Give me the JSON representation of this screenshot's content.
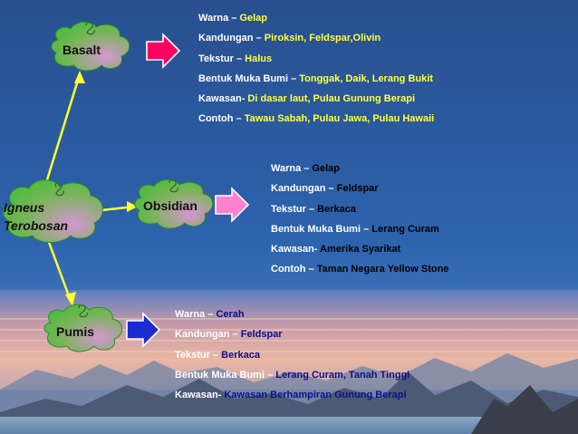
{
  "colors": {
    "background_top": "#2a5a9a",
    "background_bottom": "#2c64b0",
    "cloud_fill": "#4ebc3c",
    "cloud_tint": "#c894c8",
    "connector": "#ffff30",
    "arrow_red": "#ff0060",
    "arrow_pink": "#ff80d0",
    "arrow_blue": "#1c2cd0",
    "highlight_yellow": "#ffff40",
    "highlight_blue": "#10108a",
    "highlight_black": "#000000"
  },
  "nodes": {
    "root": {
      "line1": "Igneus",
      "line2": "Terobosan"
    },
    "basalt": "Basalt",
    "obsidian": "Obsidian",
    "pumis": "Pumis"
  },
  "basalt_info": [
    {
      "key": "Warna – ",
      "value": "Gelap"
    },
    {
      "key": "Kandungan – ",
      "value": "Piroksin, Feldspar,Olivin"
    },
    {
      "key": "Tekstur – ",
      "value": "Halus"
    },
    {
      "key": "Bentuk Muka Bumi – ",
      "value": "Tonggak, Daik, Lerang Bukit"
    },
    {
      "key": "Kawasan- ",
      "value": "Di dasar laut, Pulau Gunung Berapi"
    },
    {
      "key": "Contoh – ",
      "value": "Tawau Sabah, Pulau Jawa, Pulau Hawaii"
    }
  ],
  "obsidian_info": [
    {
      "key": "Warna – ",
      "value": " Gelap"
    },
    {
      "key": "Kandungan – ",
      "value": "Feldspar"
    },
    {
      "key": "Tekstur – ",
      "value": "Berkaca"
    },
    {
      "key": "Bentuk Muka Bumi – ",
      "value": " Lerang Curam"
    },
    {
      "key": "Kawasan- ",
      "value": "Amerika Syarikat"
    },
    {
      "key": "Contoh – ",
      "value": "Taman Negara Yellow Stone"
    }
  ],
  "pumis_info": [
    {
      "key": "Warna – ",
      "value": "Cerah"
    },
    {
      "key": "Kandungan – ",
      "value": "Feldspar"
    },
    {
      "key": "Tekstur – ",
      "value": "Berkaca"
    },
    {
      "key": "Bentuk Muka Bumi – ",
      "value": " Lerang Curam, Tanah Tinggi"
    },
    {
      "key": "Kawasan- ",
      "value": "Kawasan Berhampiran Gunung Berapi"
    }
  ]
}
